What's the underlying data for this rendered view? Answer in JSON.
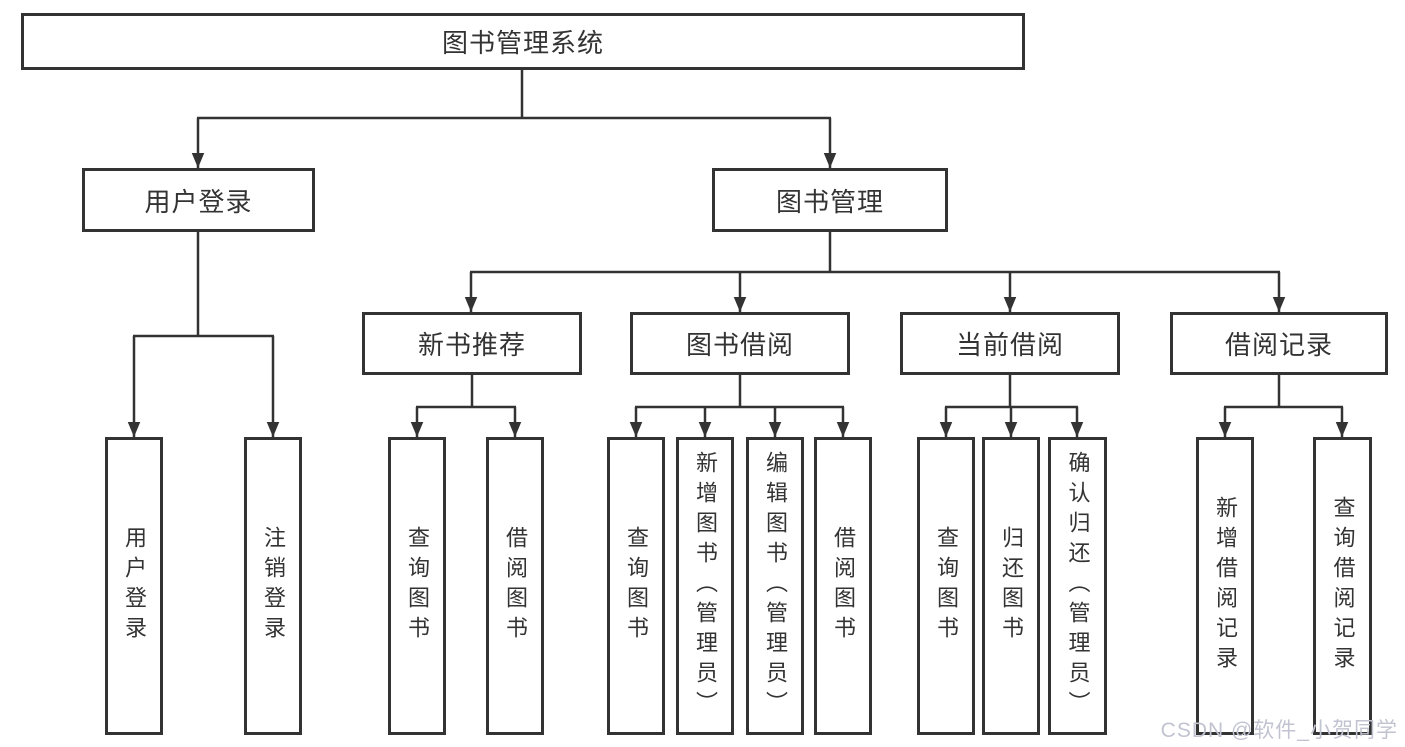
{
  "diagram_title": "图书管理系统",
  "tree": {
    "label": "图书管理系统",
    "children": [
      {
        "label": "用户登录",
        "children": [
          {
            "label": "用户登录"
          },
          {
            "label": "注销登录"
          }
        ]
      },
      {
        "label": "图书管理",
        "children": [
          {
            "label": "新书推荐",
            "children": [
              {
                "label": "查询图书"
              },
              {
                "label": "借阅图书"
              }
            ]
          },
          {
            "label": "图书借阅",
            "children": [
              {
                "label": "查询图书"
              },
              {
                "label": "新增图书（管理员）"
              },
              {
                "label": "编辑图书（管理员）"
              },
              {
                "label": "借阅图书"
              }
            ]
          },
          {
            "label": "当前借阅",
            "children": [
              {
                "label": "查询图书"
              },
              {
                "label": "归还图书"
              },
              {
                "label": "确认归还（管理员）"
              }
            ]
          },
          {
            "label": "借阅记录",
            "children": [
              {
                "label": "新增借阅记录"
              },
              {
                "label": "查询借阅记录"
              }
            ]
          }
        ]
      }
    ]
  },
  "watermark": "CSDN @软件_小贺同学",
  "colors": {
    "line": "#333333",
    "node_border": "#333333",
    "node_text": "#333333",
    "watermark_text": "#c2c3d1",
    "background": "#ffffff"
  }
}
